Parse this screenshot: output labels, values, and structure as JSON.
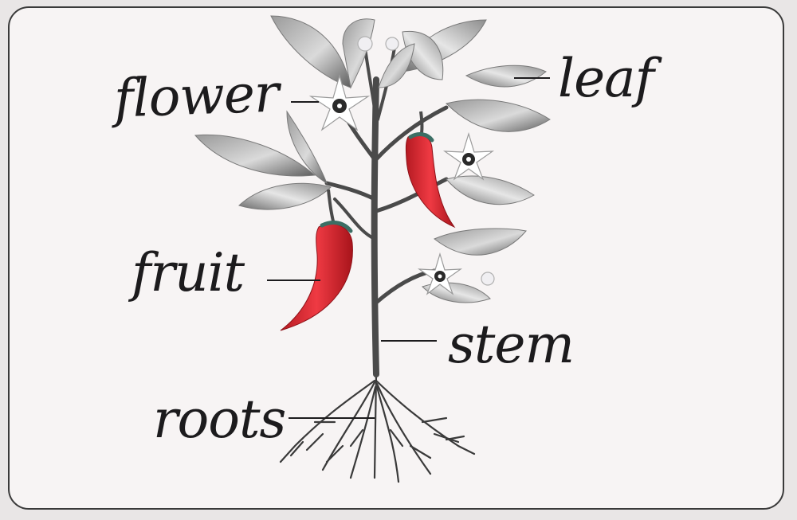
{
  "diagram": {
    "labels": {
      "flower": "flower",
      "leaf": "leaf",
      "fruit": "fruit",
      "stem": "stem",
      "roots": "roots"
    },
    "colors": {
      "fruit": "#e0262f",
      "leaf_dark": "#6e6e6e",
      "leaf_light": "#d8d8d8",
      "stem": "#4a4a4a",
      "flower_center": "#2a2a2a",
      "ink": "#1c1b1d"
    }
  }
}
